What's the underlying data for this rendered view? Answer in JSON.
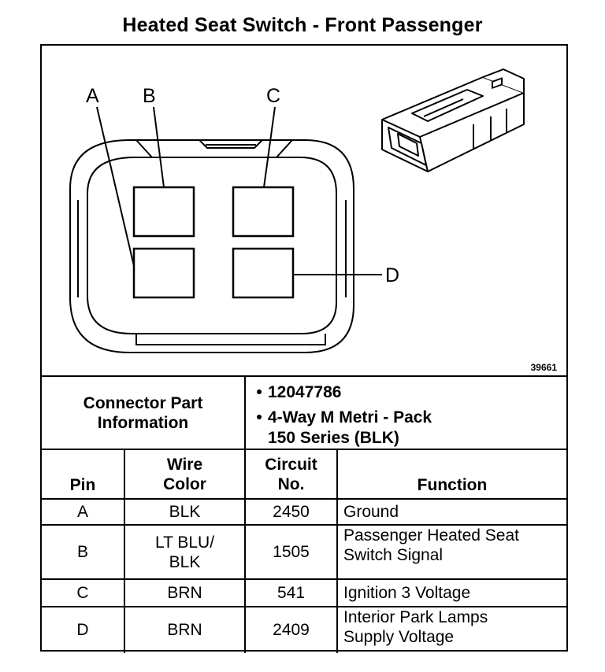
{
  "title": "Heated Seat Switch - Front Passenger",
  "figure_number": "39661",
  "pin_labels": [
    "A",
    "B",
    "C",
    "D"
  ],
  "connector_info": {
    "label_line1": "Connector Part",
    "label_line2": "Information",
    "part_number": "12047786",
    "description_line1": "4-Way M Metri - Pack",
    "description_line2": "150 Series (BLK)",
    "bullet": "•"
  },
  "table": {
    "headers": {
      "pin": "Pin",
      "wire_line1": "Wire",
      "wire_line2": "Color",
      "circuit_line1": "Circuit",
      "circuit_line2": "No.",
      "function": "Function"
    },
    "rows": [
      {
        "pin": "A",
        "wire_line1": "BLK",
        "wire_line2": "",
        "circuit": "2450",
        "function_line1": "Ground",
        "function_line2": ""
      },
      {
        "pin": "B",
        "wire_line1": "LT BLU/",
        "wire_line2": "BLK",
        "circuit": "1505",
        "function_line1": "Passenger Heated Seat",
        "function_line2": "Switch Signal"
      },
      {
        "pin": "C",
        "wire_line1": "BRN",
        "wire_line2": "",
        "circuit": "541",
        "function_line1": "Ignition 3 Voltage",
        "function_line2": ""
      },
      {
        "pin": "D",
        "wire_line1": "BRN",
        "wire_line2": "",
        "circuit": "2409",
        "function_line1": "Interior Park Lamps",
        "function_line2": "Supply Voltage"
      }
    ]
  }
}
